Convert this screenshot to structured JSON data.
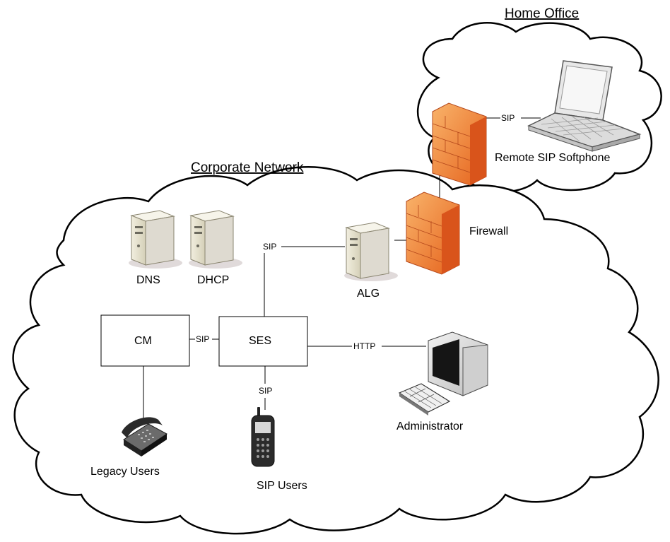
{
  "zones": {
    "home_office": "Home Office",
    "corporate_network": "Corporate Network"
  },
  "nodes": {
    "remote_softphone": "Remote SIP Softphone",
    "firewall": "Firewall",
    "dns": "DNS",
    "dhcp": "DHCP",
    "alg": "ALG",
    "cm": "CM",
    "ses": "SES",
    "administrator": "Administrator",
    "legacy_users": "Legacy Users",
    "sip_users": "SIP Users"
  },
  "links": {
    "firewall_to_softphone": "SIP",
    "alg_to_ses": "SIP",
    "cm_to_ses": "SIP",
    "ses_to_admin": "HTTP",
    "ses_to_sip_users": "SIP"
  },
  "colors": {
    "firewall_light": "#f7a04c",
    "firewall_dark": "#e2641f",
    "server_body": "#e7e2cf",
    "server_side": "#c9c4ad",
    "line": "#000000"
  },
  "icons": {
    "laptop": "laptop-icon",
    "firewall": "firewall-icon",
    "server": "server-icon",
    "monitor": "monitor-icon",
    "keyboard": "keyboard-icon",
    "phone": "desk-phone-icon",
    "mobile": "mobile-phone-icon"
  }
}
